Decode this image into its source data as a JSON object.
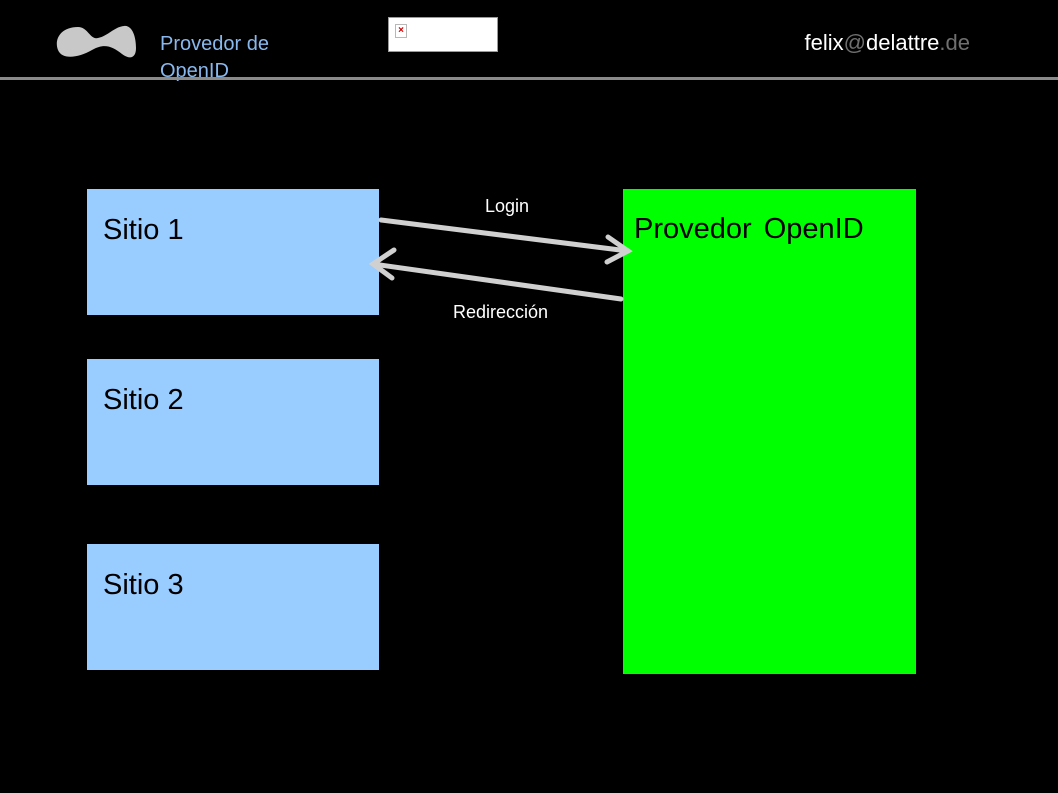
{
  "header": {
    "title": "Provedor de OpenID",
    "email": {
      "user": "felix",
      "at": "@",
      "domain": "delattre",
      "tld": ".de"
    },
    "broken_image_icon": "broken-image-icon",
    "logo_icon": "logo-shape-icon"
  },
  "diagram": {
    "sites": [
      {
        "label": "Sitio 1"
      },
      {
        "label": "Sitio 2"
      },
      {
        "label": "Sitio 3"
      }
    ],
    "provider": {
      "label": "Provedor OpenID"
    },
    "arrows": {
      "login": "Login",
      "redirect": "Redirección"
    },
    "colors": {
      "background": "#000000",
      "site_box": "#99ccff",
      "provider_box": "#00ff00",
      "arrow": "#d0d0d0",
      "header_title": "#88b8ee",
      "header_rule": "#8a8a8a"
    }
  }
}
